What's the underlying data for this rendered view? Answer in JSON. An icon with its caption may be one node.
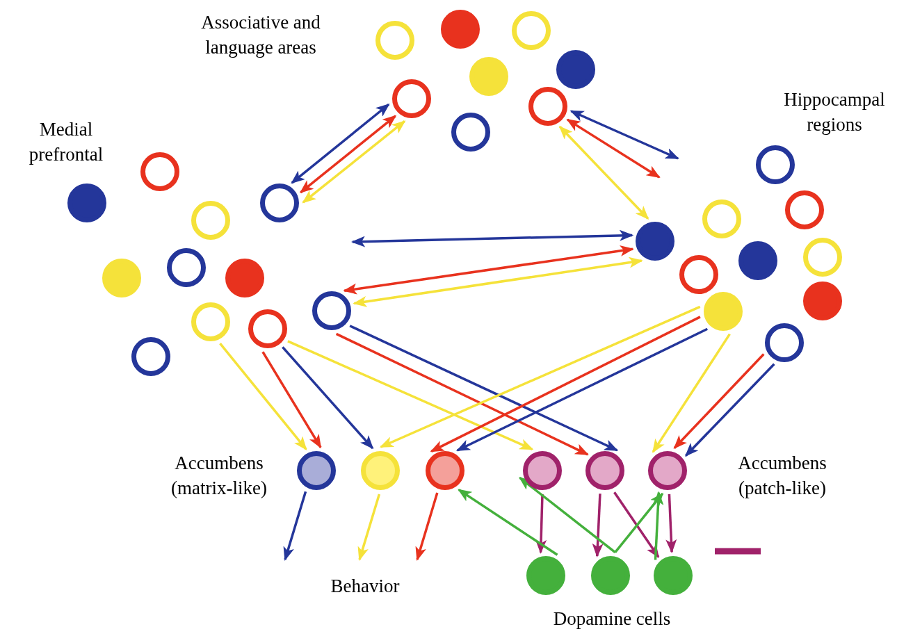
{
  "diagram": {
    "nodes": [
      {
        "text": [],
        "shape": "circle"
      },
      {
        "text": [],
        "shape": "circle"
      },
      {
        "text": [],
        "shape": "circle"
      },
      {
        "text": [],
        "shape": "circle"
      },
      {
        "text": [],
        "shape": "circle"
      },
      {
        "text": [],
        "shape": "circle"
      },
      {
        "text": [],
        "shape": "circle"
      },
      {
        "text": [],
        "shape": "circle"
      },
      {
        "text": [],
        "shape": "circle"
      },
      {
        "text": [],
        "shape": "circle"
      },
      {
        "text": [],
        "shape": "circle"
      },
      {
        "text": [],
        "shape": "circle"
      },
      {
        "text": [],
        "shape": "circle"
      },
      {
        "text": [],
        "shape": "circle"
      },
      {
        "text": [],
        "shape": "circle"
      },
      {
        "text": [],
        "shape": "circle"
      },
      {
        "text": [],
        "shape": "circle"
      },
      {
        "text": [],
        "shape": "circle"
      },
      {
        "text": [],
        "shape": "circle"
      },
      {
        "text": [],
        "shape": "circle"
      },
      {
        "text": [],
        "shape": "circle"
      },
      {
        "text": [],
        "shape": "circle"
      },
      {
        "text": [],
        "shape": "circle"
      },
      {
        "text": [],
        "shape": "circle"
      },
      {
        "text": [],
        "shape": "circle"
      },
      {
        "text": [],
        "shape": "circle"
      },
      {
        "text": [],
        "shape": "circle"
      },
      {
        "text": [],
        "shape": "circle"
      },
      {
        "text": [],
        "shape": "circle"
      },
      {
        "text": [],
        "shape": "circle"
      },
      {
        "text": [],
        "shape": "circle"
      },
      {
        "text": [],
        "shape": "circle"
      },
      {
        "text": [],
        "shape": "circle"
      },
      {
        "text": [],
        "shape": "circle"
      },
      {
        "text": [],
        "shape": "circle"
      },
      {
        "text": [],
        "shape": "circle"
      },
      {
        "text": [],
        "shape": "circle"
      },
      {
        "text": [],
        "shape": "circle"
      }
    ],
    "edges": [
      {
        "from": 11,
        "to": 5,
        "arrow": "both",
        "color": "#24369a"
      },
      {
        "from": 11,
        "to": 5,
        "arrow": "both",
        "color": "#e8321e"
      },
      {
        "from": 11,
        "to": 5,
        "arrow": "both",
        "color": "#f5e23a"
      },
      {
        "from": null,
        "to": 6,
        "arrow": "both",
        "color": "#24369a"
      },
      {
        "from": null,
        "to": 6,
        "arrow": "both",
        "color": "#e8321e"
      },
      {
        "from": 22,
        "to": 6,
        "arrow": "both",
        "color": "#f5e23a"
      },
      {
        "from": null,
        "to": 22,
        "arrow": "both",
        "color": "#24369a"
      },
      {
        "from": 15,
        "to": 22,
        "arrow": "both",
        "color": "#e8321e"
      },
      {
        "from": 15,
        "to": 22,
        "arrow": "both",
        "color": "#f5e23a"
      },
      {
        "from": 16,
        "to": 29,
        "arrow": "to",
        "color": "#f5e23a"
      },
      {
        "from": 17,
        "to": 29,
        "arrow": "to",
        "color": "#e8321e"
      },
      {
        "from": 17,
        "to": 30,
        "arrow": "to",
        "color": "#24369a"
      },
      {
        "from": 17,
        "to": 32,
        "arrow": "to",
        "color": "#f5e23a"
      },
      {
        "from": 15,
        "to": 33,
        "arrow": "to",
        "color": "#e8321e"
      },
      {
        "from": 15,
        "to": 33,
        "arrow": "to",
        "color": "#24369a"
      },
      {
        "from": 27,
        "to": 30,
        "arrow": "to",
        "color": "#f5e23a"
      },
      {
        "from": 27,
        "to": 31,
        "arrow": "to",
        "color": "#e8321e"
      },
      {
        "from": 27,
        "to": 31,
        "arrow": "to",
        "color": "#24369a"
      },
      {
        "from": 27,
        "to": 34,
        "arrow": "to",
        "color": "#f5e23a"
      },
      {
        "from": 28,
        "to": 34,
        "arrow": "to",
        "color": "#e8321e"
      },
      {
        "from": 28,
        "to": 34,
        "arrow": "to",
        "color": "#24369a"
      },
      {
        "from": 29,
        "to": null,
        "arrow": "to",
        "color": "#24369a"
      },
      {
        "from": 30,
        "to": null,
        "arrow": "to",
        "color": "#f5e23a"
      },
      {
        "from": 31,
        "to": null,
        "arrow": "to",
        "color": "#e8321e"
      },
      {
        "from": 32,
        "to": 35,
        "arrow": "to",
        "color": "#a0226a"
      },
      {
        "from": 33,
        "to": 36,
        "arrow": "to",
        "color": "#a0226a"
      },
      {
        "from": 33,
        "to": 37,
        "arrow": "to",
        "color": "#a0226a"
      },
      {
        "from": 34,
        "to": 37,
        "arrow": "to",
        "color": "#a0226a"
      },
      {
        "from": 35,
        "to": 31,
        "arrow": "to",
        "color": "#44b03c"
      },
      {
        "from": 36,
        "to": 32,
        "arrow": "to",
        "color": "#44b03c"
      },
      {
        "from": 36,
        "to": 34,
        "arrow": "to",
        "color": "#44b03c"
      },
      {
        "from": 37,
        "to": 34,
        "arrow": "to",
        "color": "#44b03c"
      }
    ],
    "labels": [
      "Associative and language areas",
      "Medial prefrontal",
      "Hippocampal regions",
      "Accumbens (matrix-like)",
      "Accumbens (patch-like)",
      "Behavior",
      "Dopamine cells"
    ]
  }
}
